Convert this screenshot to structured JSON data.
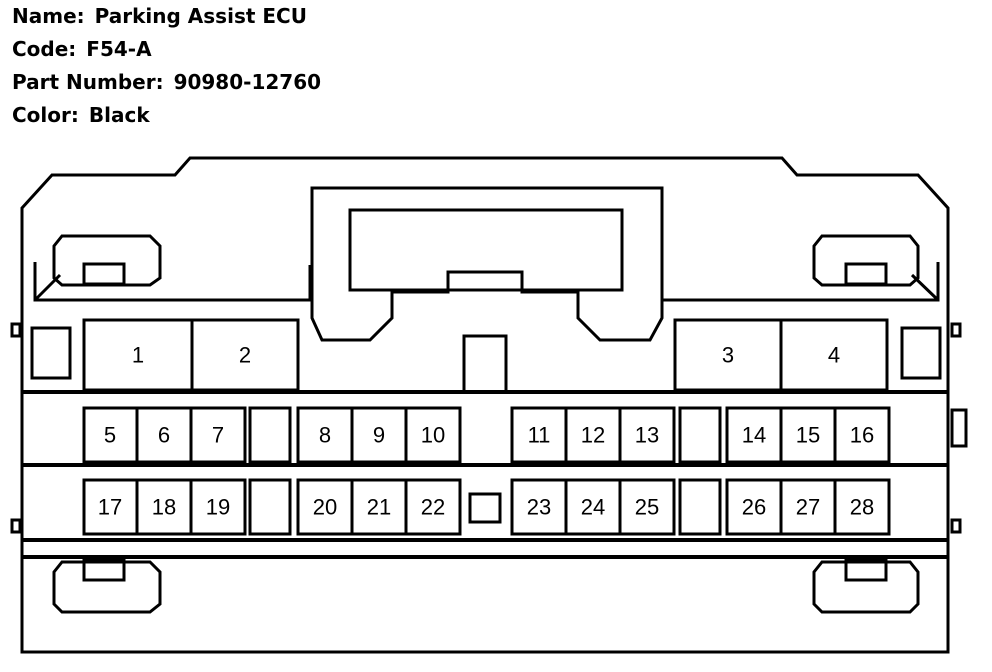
{
  "header": {
    "name_label": "Name:",
    "name_value": "Parking Assist ECU",
    "code_label": "Code:",
    "code_value": "F54-A",
    "part_label": "Part Number:",
    "part_value": "90980-12760",
    "color_label": "Color:",
    "color_value": "Black"
  },
  "connector": {
    "line_color": "#000000",
    "background": "#ffffff",
    "pins": [
      "1",
      "2",
      "3",
      "4",
      "5",
      "6",
      "7",
      "8",
      "9",
      "10",
      "11",
      "12",
      "13",
      "14",
      "15",
      "16",
      "17",
      "18",
      "19",
      "20",
      "21",
      "22",
      "23",
      "24",
      "25",
      "26",
      "27",
      "28"
    ]
  }
}
